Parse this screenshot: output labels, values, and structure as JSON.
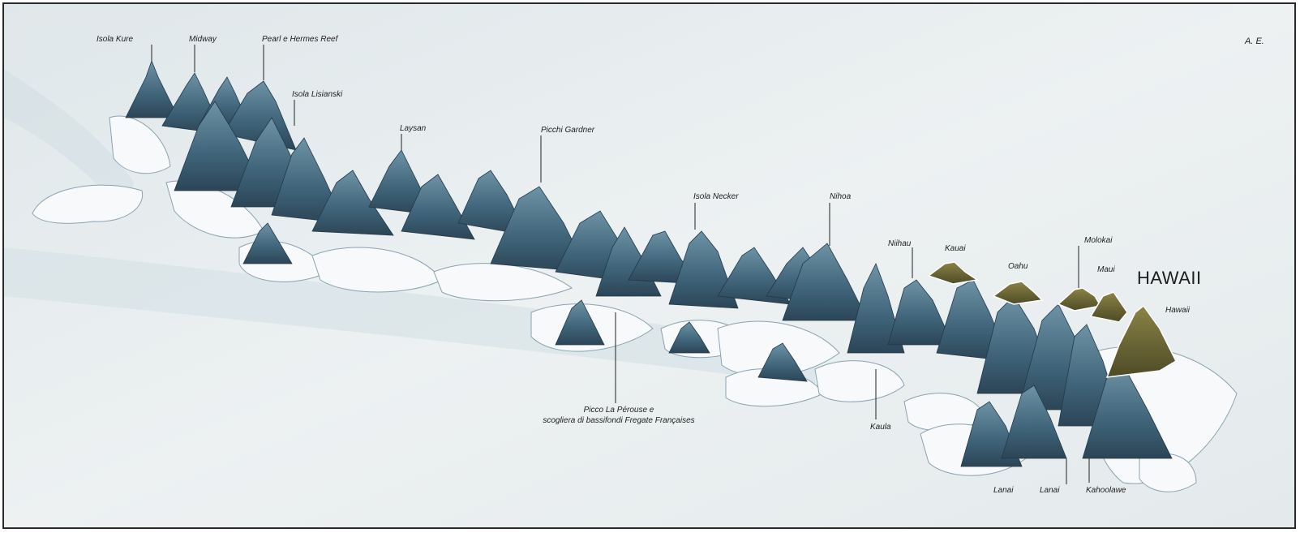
{
  "map": {
    "labels": {
      "kure": "Isola Kure",
      "midway": "Midway",
      "pearl_hermes": "Pearl e Hermes Reef",
      "lisianski": "Isola Lisianski",
      "laysan": "Laysan",
      "gardner": "Picchi Gardner",
      "la_perouse_line1": "Picco La Pérouse e",
      "la_perouse_line2": "scogliera di bassifondi Fregate Françaises",
      "necker": "Isola Necker",
      "nihoa": "Nihoa",
      "niihau": "Niihau",
      "kauai": "Kauai",
      "oahu": "Oahu",
      "molokai": "Molokai",
      "maui": "Maui",
      "hawaii_title": "HAWAII",
      "hawaii_island": "Hawaii",
      "kaula": "Kaula",
      "lanai": "Lanai",
      "kahoolawe": "Kahoolawe",
      "lanai_partial": "Lanai",
      "signature": "A. E."
    },
    "colors": {
      "sea": "#e9eef0",
      "seamount_blue": "#4f7488",
      "seamount_dark": "#2c4556",
      "foam": "#f7f9fa",
      "island_green": "#6f6a3a",
      "coast_line": "#ffffff"
    }
  }
}
